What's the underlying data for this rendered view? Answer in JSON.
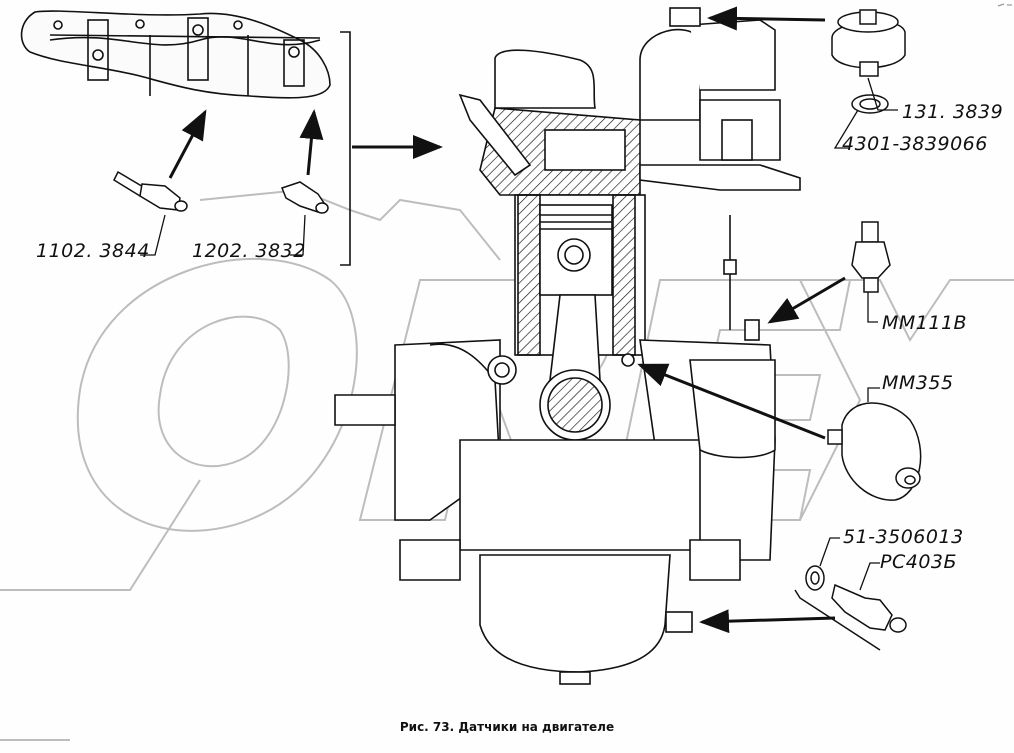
{
  "figure": {
    "caption": "Рис. 73. Датчики на двигателе",
    "watermark": "ОРЕХ",
    "line_color": "#111111",
    "watermark_color": "#b8b8b8",
    "background": "#fefefe"
  },
  "labels": {
    "coolant_temp_sensor_1": "1102. 3844",
    "coolant_temp_sensor_2": "1202. 3832",
    "emergency_temp_sensor": "131. 3839",
    "gasket_sensor_131": "4301-3839066",
    "oil_pressure_alarm": "ММ111В",
    "oil_pressure_sensor": "ММ355",
    "gasket_sensor_pc": "51-3506013",
    "oil_level_sensor": "РС403Б"
  }
}
